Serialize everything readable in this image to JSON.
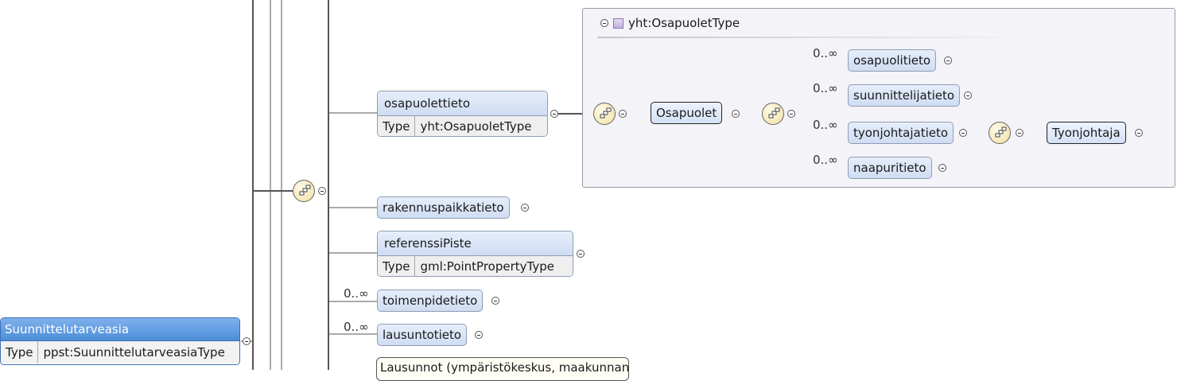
{
  "type_box": {
    "title": "yht:OsapuoletType"
  },
  "nodes": {
    "osapuolettieto": {
      "name": "osapuolettieto",
      "type_label": "Type",
      "type_value": "yht:OsapuoletType"
    },
    "osapuolet": "Osapuolet",
    "osapuolitieto": "osapuolitieto",
    "suunnittelijatieto": "suunnittelijatieto",
    "tyonjohtajatieto": "tyonjohtajatieto",
    "tyonjohtaja": "Tyonjohtaja",
    "naapuritieto": "naapuritieto",
    "rakennuspaikkatieto": "rakennuspaikkatieto",
    "referenssiPiste": {
      "name": "referenssiPiste",
      "type_label": "Type",
      "type_value": "gml:PointPropertyType"
    },
    "toimenpidetieto": "toimenpidetieto",
    "lausuntotieto": "lausuntotieto",
    "root": {
      "name": "Suunnittelutarveasia",
      "type_label": "Type",
      "type_value": "ppst:SuunnittelutarveasiaType"
    }
  },
  "cardinality": "0..∞",
  "tooltip": "Lausunnot (ympäristökeskus, maakunnan"
}
